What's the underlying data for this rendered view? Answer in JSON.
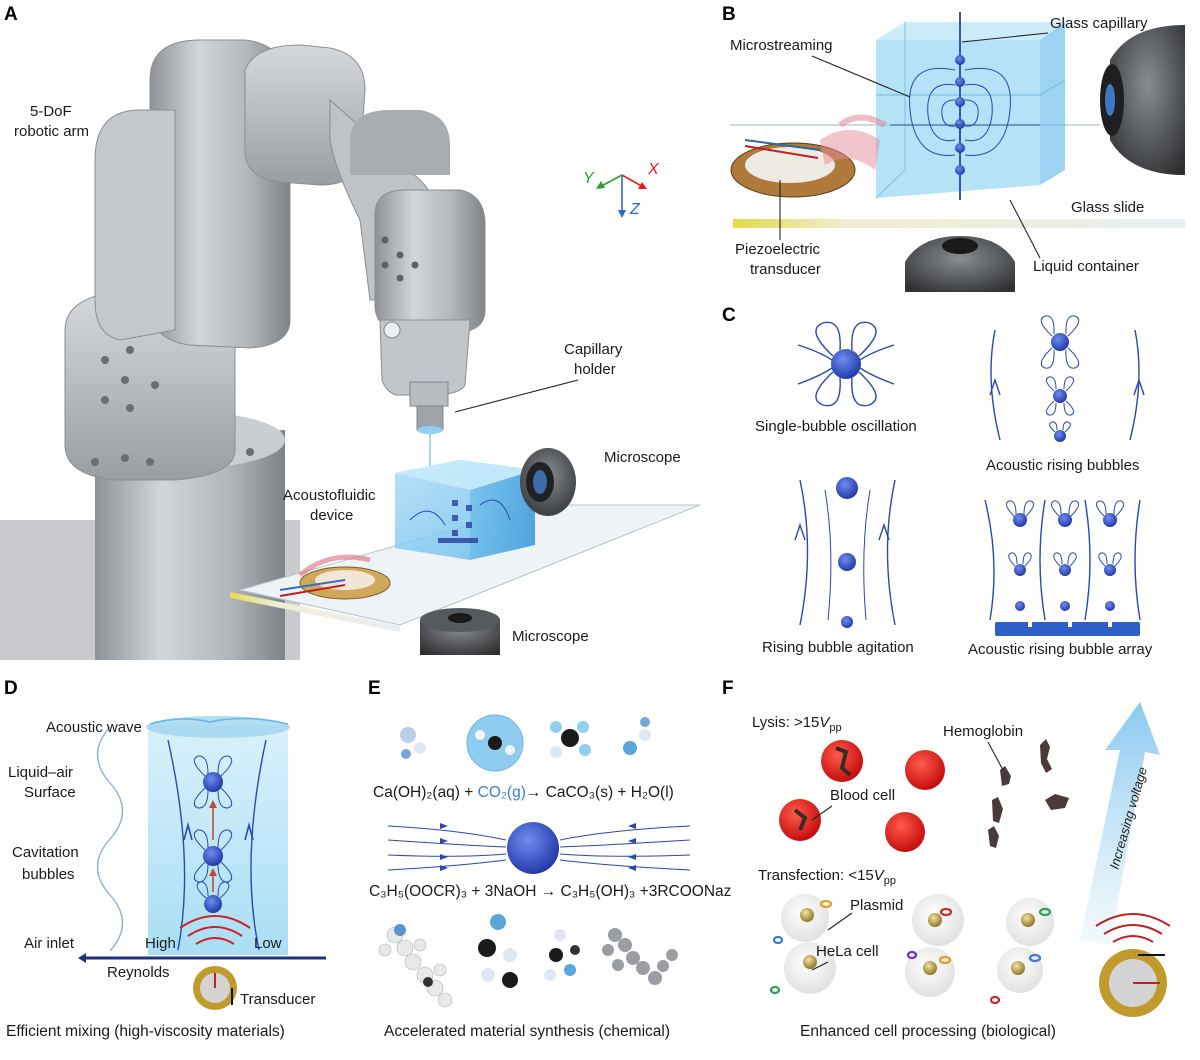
{
  "panels": {
    "A": {
      "letter": "A",
      "arm_label": [
        "5-DoF",
        "robotic arm"
      ],
      "axis_x": "X",
      "axis_y": "Y",
      "axis_z": "Z",
      "capillary_holder": [
        "Capillary",
        "holder"
      ],
      "acoustofluidic_device": [
        "Acoustofluidic",
        "device"
      ],
      "microscope_top": "Microscope",
      "microscope_bottom": "Microscope"
    },
    "B": {
      "letter": "B",
      "glass_capillary": "Glass capillary",
      "microstreaming": "Microstreaming",
      "glass_slide": "Glass slide",
      "piezoelectric_transducer": [
        "Piezoelectric",
        "transducer"
      ],
      "liquid_container": "Liquid container"
    },
    "C": {
      "letter": "C",
      "single_bubble": "Single-bubble oscillation",
      "acoustic_rising": "Acoustic rising bubbles",
      "rising_agitation": "Rising bubble agitation",
      "rising_array": "Acoustic rising bubble array"
    },
    "D": {
      "letter": "D",
      "acoustic_wave": "Acoustic wave",
      "liquid_air_surface": [
        "Liquid–air",
        "Surface"
      ],
      "cavitation_bubbles": [
        "Cavitation",
        "bubbles"
      ],
      "air_inlet": "Air inlet",
      "high": "High",
      "low": "Low",
      "reynolds": "Reynolds",
      "transducer": "Transducer",
      "caption": "Efficient mixing (high-viscosity materials)"
    },
    "E": {
      "letter": "E",
      "eq1_part1": "Ca(OH)₂(aq) + ",
      "eq1_co2": "CO₂(g)",
      "eq1_part2": "→ CaCO₃(s) + H₂O(l)",
      "eq2": "C₃H₅(OOCR)₃ + 3NaOH → C₃H₅(OH)₃ +3RCOONaz",
      "caption": "Accelerated material synthesis (chemical)"
    },
    "F": {
      "letter": "F",
      "lysis": "Lysis: >15",
      "transfection": "Transfection: <15",
      "v_symbol": "V",
      "v_sub": "pp",
      "hemoglobin": "Hemoglobin",
      "blood_cell": "Blood cell",
      "plasmid": "Plasmid",
      "hela_cell": "HeLa cell",
      "increasing_voltage": "Increasing voltage",
      "caption": "Enhanced cell processing (biological)"
    }
  },
  "colors": {
    "arm_gray": "#b9bcc0",
    "liquid_blue": "#7fc8f0",
    "bubble_blue": "#2e4fc4",
    "streamline_blue": "#2a48b0",
    "co2_blue": "#3a7fd0",
    "blood_red": "#e01818",
    "transducer_gold": "#c09a2c",
    "axis_red": "#e02020",
    "axis_green": "#2aa02a",
    "axis_blue": "#2a6ad0"
  }
}
